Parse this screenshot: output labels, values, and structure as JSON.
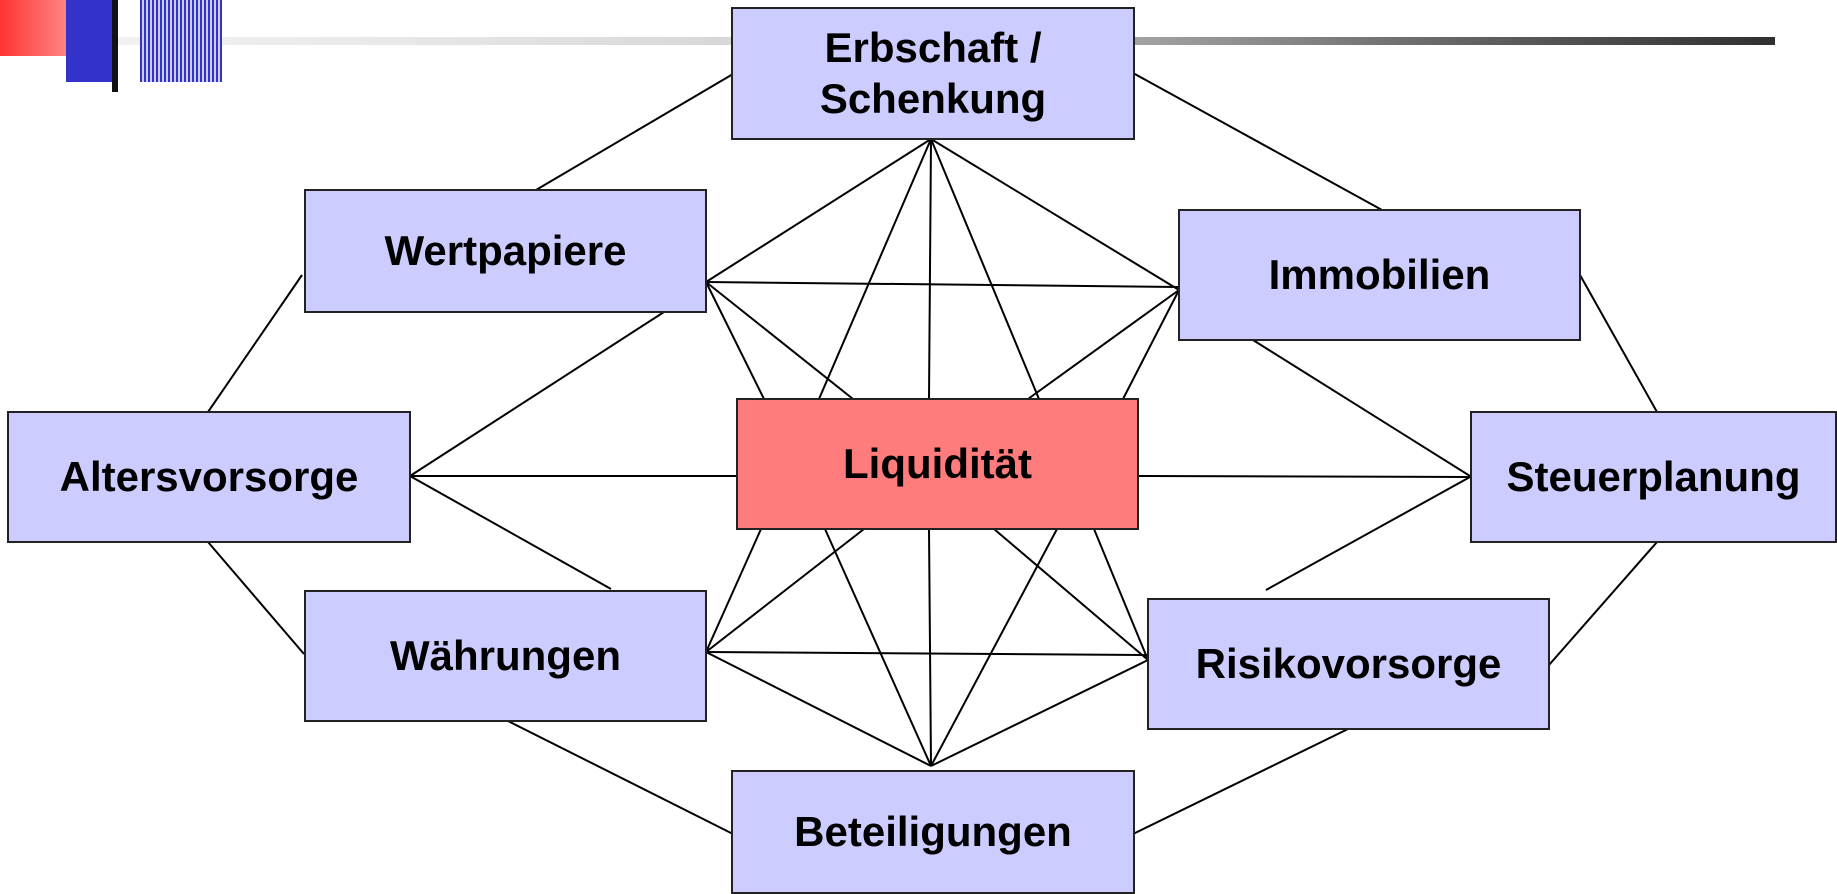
{
  "diagram": {
    "center": {
      "label": "Liquidität",
      "color": "#ff7c7c"
    },
    "nodes": [
      {
        "id": "erbschaft",
        "line1": "Erbschaft /",
        "line2": "Schenkung"
      },
      {
        "id": "wertpapiere",
        "label": "Wertpapiere"
      },
      {
        "id": "immobilien",
        "label": "Immobilien"
      },
      {
        "id": "altersvorsorge",
        "label": "Altersvorsorge"
      },
      {
        "id": "steuerplanung",
        "label": "Steuerplanung"
      },
      {
        "id": "waehrungen",
        "label": "Währungen"
      },
      {
        "id": "risikovorsorge",
        "label": "Risikovorsorge"
      },
      {
        "id": "beteiligungen",
        "label": "Beteiligungen"
      }
    ],
    "node_color": "#ccccff"
  }
}
